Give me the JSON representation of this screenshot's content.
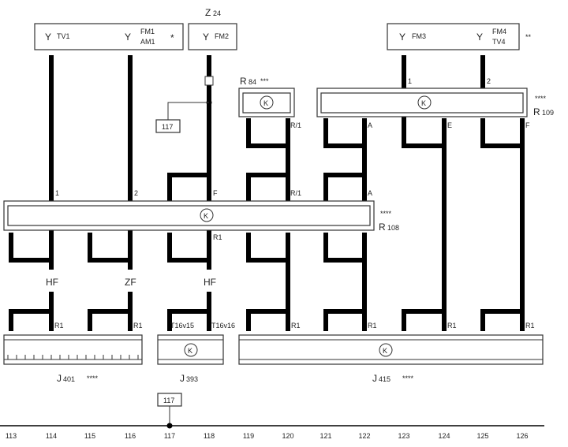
{
  "antennas": {
    "box1": {
      "tv1": "TV1",
      "fm1": "FM1",
      "am1": "AM1",
      "star": "*"
    },
    "z24": {
      "label": "Z",
      "sub": "24",
      "fm2": "FM2"
    },
    "box3": {
      "fm3": "FM3",
      "fm4": "FM4",
      "tv4": "TV4",
      "star": "**"
    }
  },
  "modules": {
    "r84": {
      "label": "R",
      "sub": "84",
      "stars": "***",
      "pin": "R/1"
    },
    "r109": {
      "label": "R",
      "sub": "109",
      "stars": "****",
      "pins": [
        "A",
        "E",
        "F",
        "1",
        "2"
      ]
    },
    "r108": {
      "label": "R",
      "sub": "108",
      "stars": "****",
      "pins": [
        "1",
        "2",
        "F",
        "R/1",
        "A",
        "R1"
      ]
    },
    "j401": {
      "label": "J",
      "sub": "401",
      "stars": "****"
    },
    "j393": {
      "label": "J",
      "sub": "393",
      "pins": [
        "T16v15",
        "T16v16"
      ]
    },
    "j415": {
      "label": "J",
      "sub": "415",
      "stars": "****"
    }
  },
  "wire_labels": [
    "HF",
    "ZF",
    "HF"
  ],
  "pin_r1": "R1",
  "ref_box": "117",
  "columns": [
    "113",
    "114",
    "115",
    "116",
    "117",
    "118",
    "119",
    "120",
    "121",
    "122",
    "123",
    "124",
    "125",
    "126"
  ]
}
